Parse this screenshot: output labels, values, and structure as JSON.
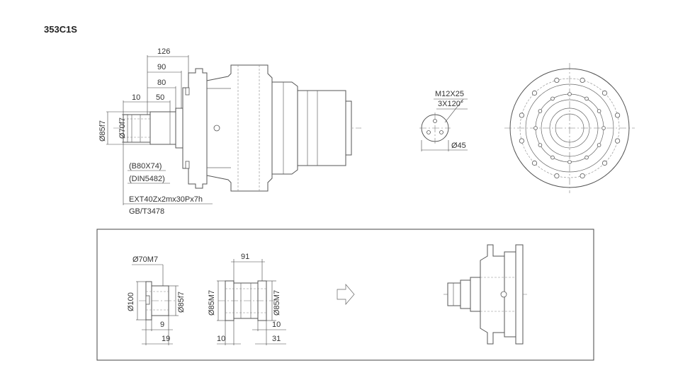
{
  "model": "353C1S",
  "side_view": {
    "dims": {
      "d126": "126",
      "d90": "90",
      "d80": "80",
      "d10": "10",
      "d50": "50",
      "dia85f7": "Ø85f7",
      "dia70f7": "Ø70f7"
    },
    "spline_notes": {
      "b80": "(B80X74)",
      "din": "(DIN5482)",
      "ext": "EXT40Zx2mx30Px7h",
      "gb": "GB/T3478"
    }
  },
  "flange_detail": {
    "thread": "M12X25",
    "angle": "3X120°",
    "dia45": "Ø45"
  },
  "accessory": {
    "sleeve": {
      "dia70m7": "Ø70M7",
      "dia100": "Ø100",
      "dia85f7": "Ø85f7",
      "d9": "9",
      "d19": "19"
    },
    "adapter": {
      "d91": "91",
      "dia85m7_left": "Ø85M7",
      "dia85m7_right": "Ø85M7",
      "d10_right": "10",
      "d10_left": "10",
      "d31": "31"
    },
    "arrow_icon": "right-arrow-icon"
  }
}
